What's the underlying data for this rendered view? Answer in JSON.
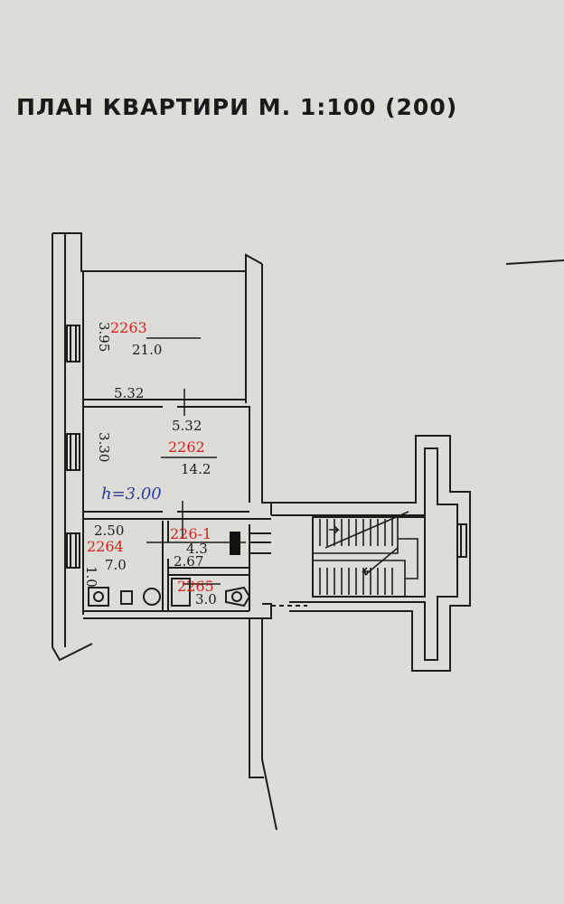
{
  "title": "ПЛАН КВАРТИРИ М. 1:100 (200)",
  "rooms": [
    {
      "id": "2263",
      "area": "21.0"
    },
    {
      "id": "2262",
      "area": "14.2"
    },
    {
      "id": "226-1",
      "area": "4.3"
    },
    {
      "id": "2264",
      "area": "7.0"
    },
    {
      "id": "2265",
      "area": "3.0"
    }
  ],
  "dimensions": {
    "d1": "3.95",
    "d2": "5.32",
    "d3": "5.32",
    "d4": "3.30",
    "d5": "2.50",
    "d6": "2.67",
    "d7": "1.0"
  },
  "height_note": "h=3.00",
  "colors": {
    "paper": "#dddcd6",
    "ink": "#1d1d1d",
    "red_ink": "#d32020",
    "blue_ink": "#2e3c9a"
  }
}
